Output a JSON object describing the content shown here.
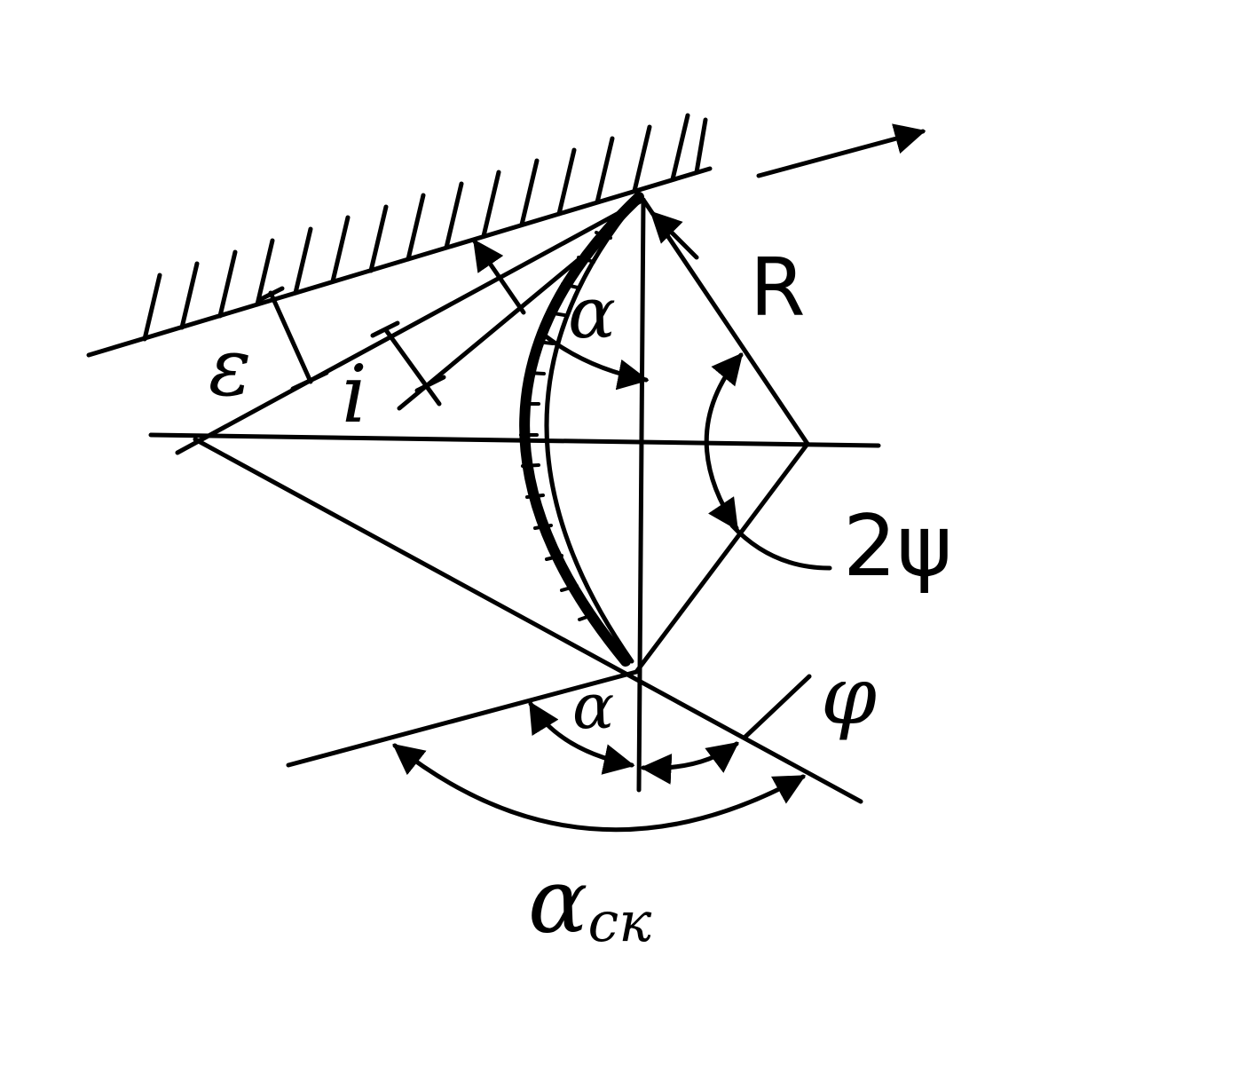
{
  "labels": {
    "epsilon": "ε",
    "i": "i",
    "alpha_top": "α",
    "R": "R",
    "two_psi": "2ψ",
    "psi": "φ",
    "alpha_bottom": "α",
    "alpha_ck_main": "α",
    "alpha_ck_sub": "ск"
  },
  "colors": {
    "ink": "#000000",
    "background": "#ffffff"
  }
}
